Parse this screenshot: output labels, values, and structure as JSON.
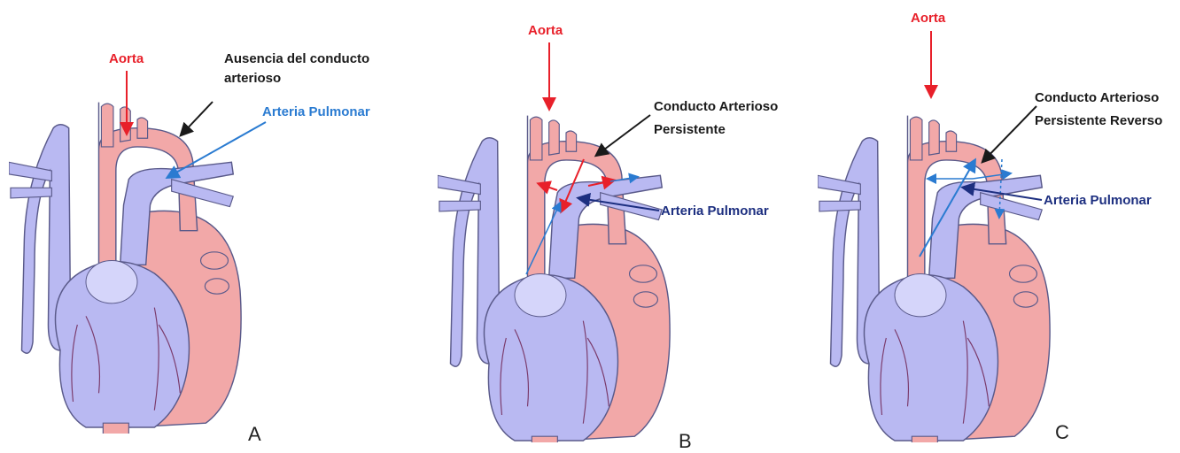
{
  "panels": [
    {
      "letter": "A",
      "aorta_label": "Aorta",
      "duct_label_1": "Ausencia del conducto",
      "duct_label_2": "arterioso",
      "pulmonary_label": "Arteria Pulmonar"
    },
    {
      "letter": "B",
      "aorta_label": "Aorta",
      "duct_label_1": "Conducto Arterioso",
      "duct_label_2": "Persistente",
      "pulmonary_label": "Arteria Pulmonar"
    },
    {
      "letter": "C",
      "aorta_label": "Aorta",
      "duct_label_1": "Conducto Arterioso",
      "duct_label_2": "Persistente Reverso",
      "pulmonary_label": "Arteria Pulmonar"
    }
  ],
  "colors": {
    "venous": "#b9b9f2",
    "venous_dark": "#8f8fdc",
    "arterial": "#f2a8a8",
    "arterial_dark": "#d98a8a",
    "outline": "#5a5a8a",
    "red_arrow": "#e8202a",
    "blue_arrow": "#2a7bd1",
    "black_arrow": "#1a1a1a"
  }
}
